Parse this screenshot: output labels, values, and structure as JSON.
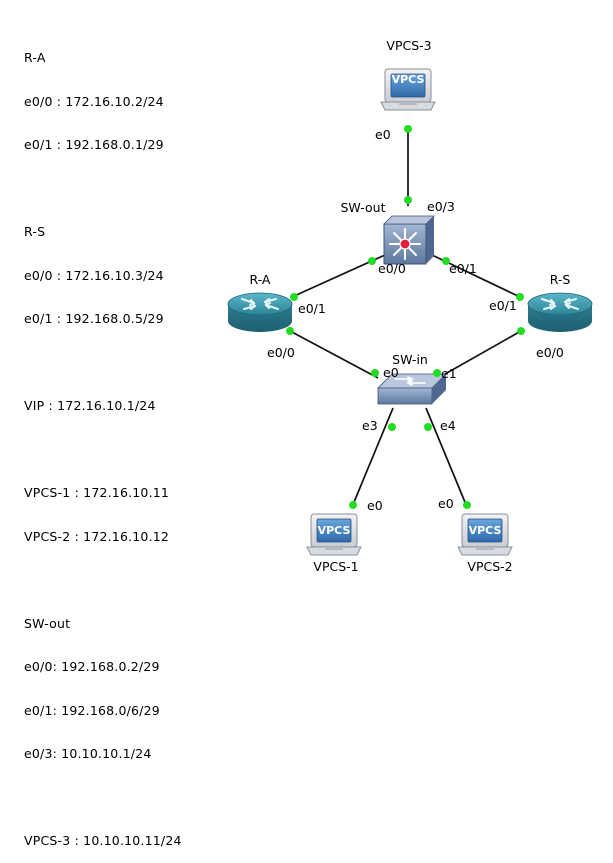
{
  "notes": [
    "R-A",
    "e0/0 : 172.16.10.2/24",
    "e0/1 : 192.168.0.1/29",
    "",
    "R-S",
    "e0/0 : 172.16.10.3/24",
    "e0/1 : 192.168.0.5/29",
    "",
    "VIP : 172.16.10.1/24",
    "",
    "VPCS-1 : 172.16.10.11",
    "VPCS-2 : 172.16.10.12",
    "",
    "SW-out",
    "e0/0: 192.168.0.2/29",
    "e0/1: 192.168.0/6/29",
    "e0/3: 10.10.10.1/24",
    "",
    "VPCS-3 : 10.10.10.11/24"
  ],
  "devices": {
    "vpcs3": {
      "name": "VPCS-3",
      "screen": "VPCS"
    },
    "sw_out": {
      "name": "SW-out"
    },
    "r_a": {
      "name": "R-A"
    },
    "r_s": {
      "name": "R-S"
    },
    "sw_in": {
      "name": "SW-in"
    },
    "vpcs1": {
      "name": "VPCS-1",
      "screen": "VPCS"
    },
    "vpcs2": {
      "name": "VPCS-2",
      "screen": "VPCS"
    }
  },
  "ports": {
    "vpcs3_e0": "e0",
    "swout_e03": "e0/3",
    "swout_e00": "e0/0",
    "swout_e01": "e0/1",
    "ra_e01": "e0/1",
    "ra_e00": "e0/0",
    "rs_e01": "e0/1",
    "rs_e00": "e0/0",
    "swin_e0": "e0",
    "swin_e1": "e1",
    "swin_e3": "e3",
    "swin_e4": "e4",
    "vpcs1_e0": "e0",
    "vpcs2_e0": "e0"
  },
  "colors": {
    "port": "#22dd22",
    "link": "#111111",
    "vpcs_screen": "#3f7fc0",
    "router": "#2f8fa3",
    "switch": "#7891b5"
  }
}
